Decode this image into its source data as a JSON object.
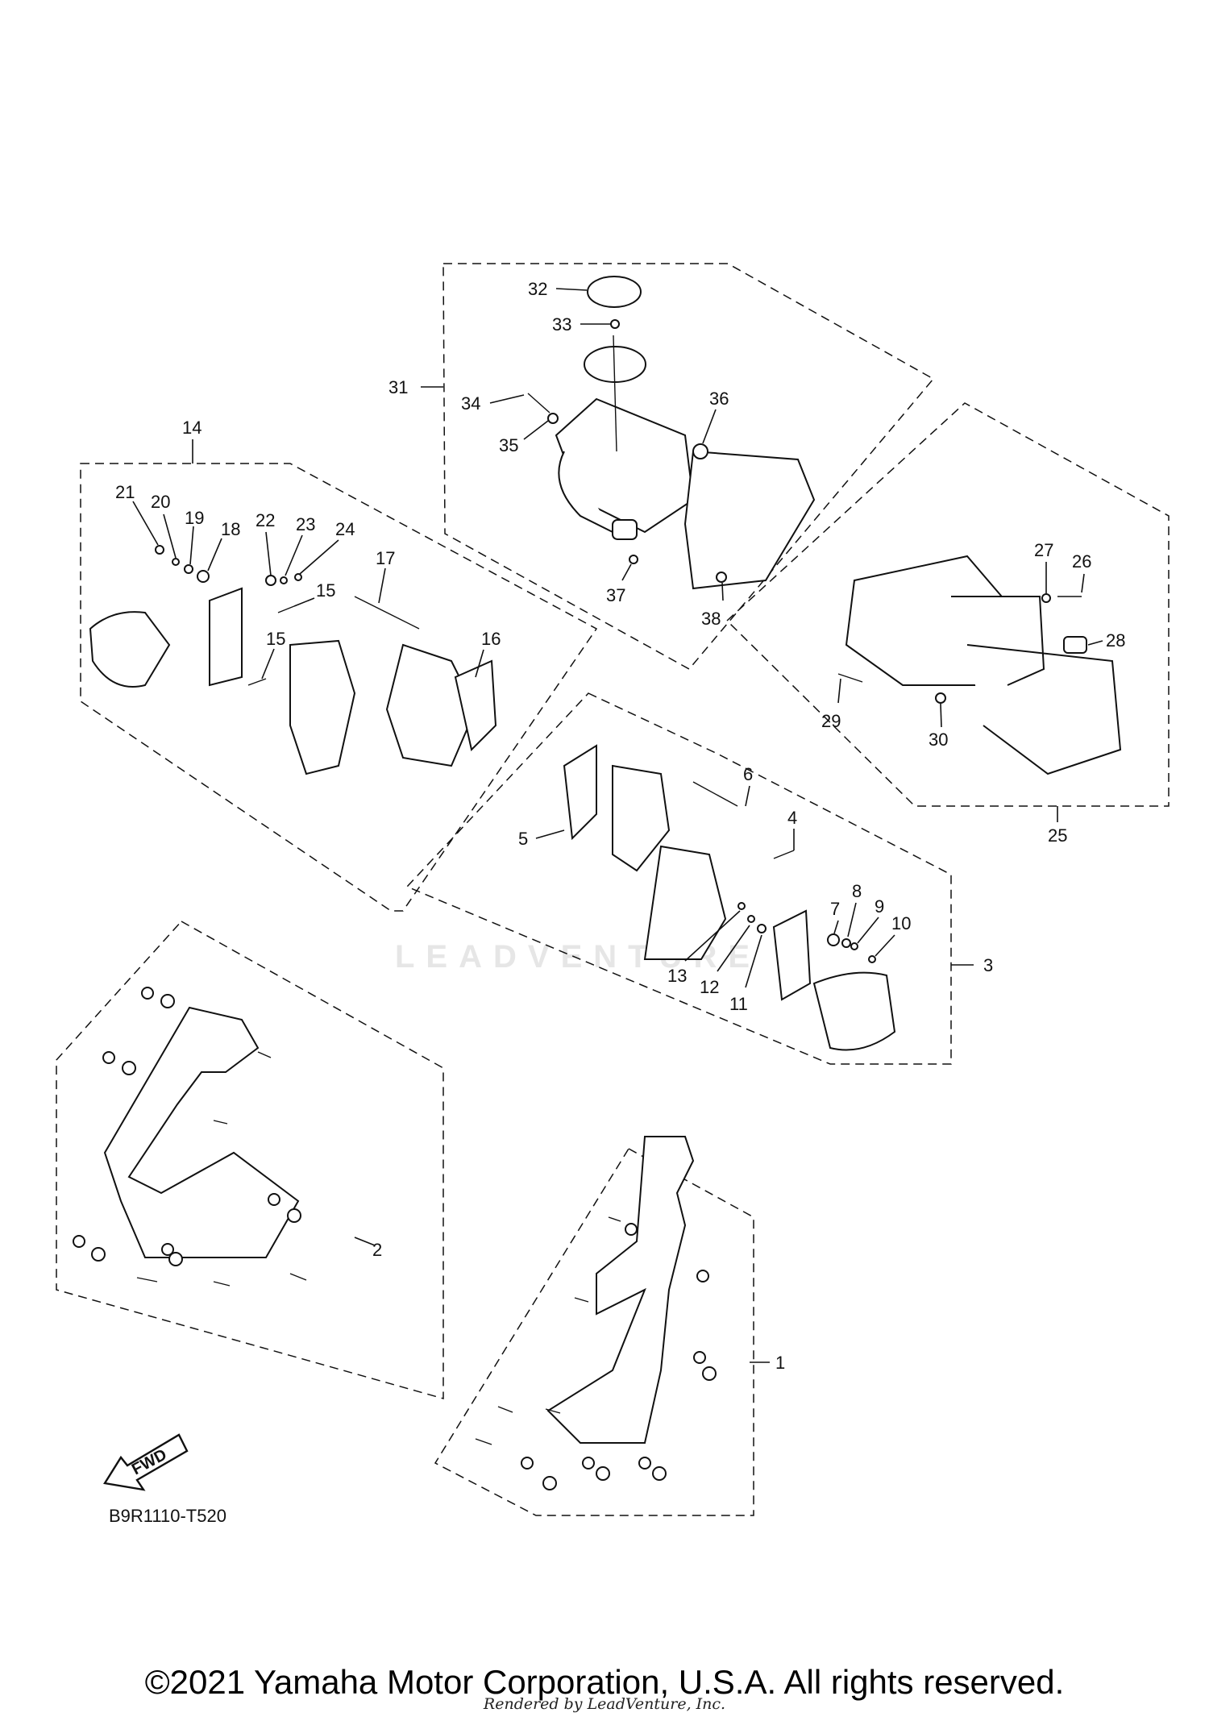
{
  "diagram": {
    "code": "B9R1110-T520",
    "fwd_label": "FWD",
    "watermark": "LEADVENTURE",
    "callouts": [
      "1",
      "2",
      "3",
      "4",
      "5",
      "6",
      "7",
      "8",
      "9",
      "10",
      "11",
      "12",
      "13",
      "14",
      "15",
      "15",
      "16",
      "17",
      "18",
      "19",
      "20",
      "21",
      "22",
      "23",
      "24",
      "25",
      "26",
      "27",
      "28",
      "29",
      "30",
      "31",
      "32",
      "33",
      "34",
      "35",
      "36",
      "37",
      "38"
    ]
  },
  "footer": {
    "copyright": "©2021 Yamaha Motor Corporation, U.S.A. All rights reserved.",
    "rendered_by": "Rendered by LeadVenture, Inc."
  }
}
